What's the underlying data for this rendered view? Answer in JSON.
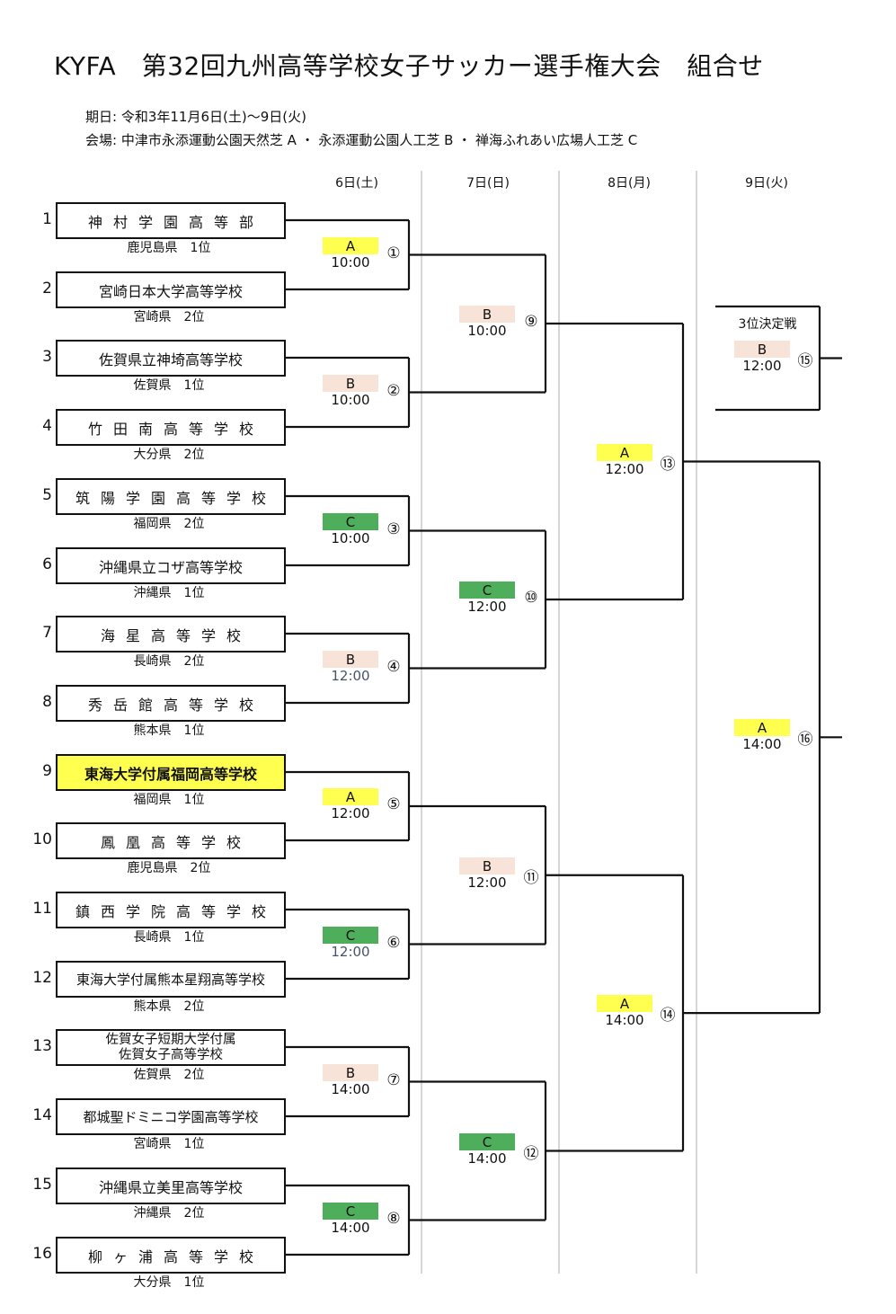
{
  "header": {
    "title": "KYFA　第32回九州高等学校女子サッカー選手権大会　組合せ",
    "date_line": "期日:  令和3年11月6日(土)～9日(火)",
    "venue_line": "会場: 中津市永添運動公園天然芝 A ・ 永添運動公園人工芝 B ・ 禅海ふれあい広場人工芝 C"
  },
  "venues": {
    "A": {
      "label": "A",
      "color": "#ffff4f"
    },
    "B": {
      "label": "B",
      "color": "#f8e3d8"
    },
    "C": {
      "label": "C",
      "color": "#4fae5b"
    }
  },
  "days": [
    "6日(土)",
    "7日(日)",
    "8日(月)",
    "9日(火)"
  ],
  "teams": [
    {
      "seed": "1",
      "name": "神村学園高等部",
      "style": "spaced",
      "pref": "鹿児島県　1位"
    },
    {
      "seed": "2",
      "name": "宮崎日本大学高等学校",
      "style": "normal",
      "pref": "宮崎県　2位"
    },
    {
      "seed": "3",
      "name": "佐賀県立神埼高等学校",
      "style": "normal",
      "pref": "佐賀県　1位"
    },
    {
      "seed": "4",
      "name": "竹田南高等学校",
      "style": "spaced",
      "pref": "大分県　2位"
    },
    {
      "seed": "5",
      "name": "筑陽学園高等学校",
      "style": "spaced",
      "pref": "福岡県　2位"
    },
    {
      "seed": "6",
      "name": "沖縄県立コザ高等学校",
      "style": "normal",
      "pref": "沖縄県　1位"
    },
    {
      "seed": "7",
      "name": "海星高等学校",
      "style": "spaced",
      "pref": "長崎県　2位"
    },
    {
      "seed": "8",
      "name": "秀岳館高等学校",
      "style": "spaced",
      "pref": "熊本県　1位"
    },
    {
      "seed": "9",
      "name": "東海大学付属福岡高等学校",
      "style": "highlight",
      "pref": "福岡県　1位"
    },
    {
      "seed": "10",
      "name": "鳳凰高等学校",
      "style": "spaced",
      "pref": "鹿児島県　2位"
    },
    {
      "seed": "11",
      "name": "鎮西学院高等学校",
      "style": "spaced",
      "pref": "長崎県　1位"
    },
    {
      "seed": "12",
      "name": "東海大学付属熊本星翔高等学校",
      "style": "dense",
      "pref": "熊本県　2位"
    },
    {
      "seed": "13",
      "name": "佐賀女子短期大学付属",
      "name2": "佐賀女子高等学校",
      "style": "two-line",
      "pref": "佐賀県　2位"
    },
    {
      "seed": "14",
      "name": "都城聖ドミニコ学園高等学校",
      "style": "dense",
      "pref": "宮崎県　1位"
    },
    {
      "seed": "15",
      "name": "沖縄県立美里高等学校",
      "style": "normal",
      "pref": "沖縄県　2位"
    },
    {
      "seed": "16",
      "name": "柳ヶ浦高等学校",
      "style": "spaced",
      "pref": "大分県　1位"
    }
  ],
  "matches": [
    {
      "no": "①",
      "round": 1,
      "venue": "A",
      "time": "10:00"
    },
    {
      "no": "②",
      "round": 1,
      "venue": "B",
      "time": "10:00"
    },
    {
      "no": "③",
      "round": 1,
      "venue": "C",
      "time": "10:00"
    },
    {
      "no": "④",
      "round": 1,
      "venue": "B",
      "time": "12:00",
      "muted": true
    },
    {
      "no": "⑤",
      "round": 1,
      "venue": "A",
      "time": "12:00"
    },
    {
      "no": "⑥",
      "round": 1,
      "venue": "C",
      "time": "12:00",
      "muted": true
    },
    {
      "no": "⑦",
      "round": 1,
      "venue": "B",
      "time": "14:00"
    },
    {
      "no": "⑧",
      "round": 1,
      "venue": "C",
      "time": "14:00"
    },
    {
      "no": "⑨",
      "round": 2,
      "venue": "B",
      "time": "10:00"
    },
    {
      "no": "⑩",
      "round": 2,
      "venue": "C",
      "time": "12:00"
    },
    {
      "no": "⑪",
      "round": 2,
      "venue": "B",
      "time": "12:00"
    },
    {
      "no": "⑫",
      "round": 2,
      "venue": "C",
      "time": "14:00"
    },
    {
      "no": "⑬",
      "round": 3,
      "venue": "A",
      "time": "12:00"
    },
    {
      "no": "⑭",
      "round": 3,
      "venue": "A",
      "time": "14:00"
    },
    {
      "no": "⑮",
      "round": "third-place",
      "venue": "B",
      "time": "12:00"
    },
    {
      "no": "⑯",
      "round": "final",
      "venue": "A",
      "time": "14:00"
    }
  ],
  "third_place": {
    "label": "3位決定戦"
  }
}
